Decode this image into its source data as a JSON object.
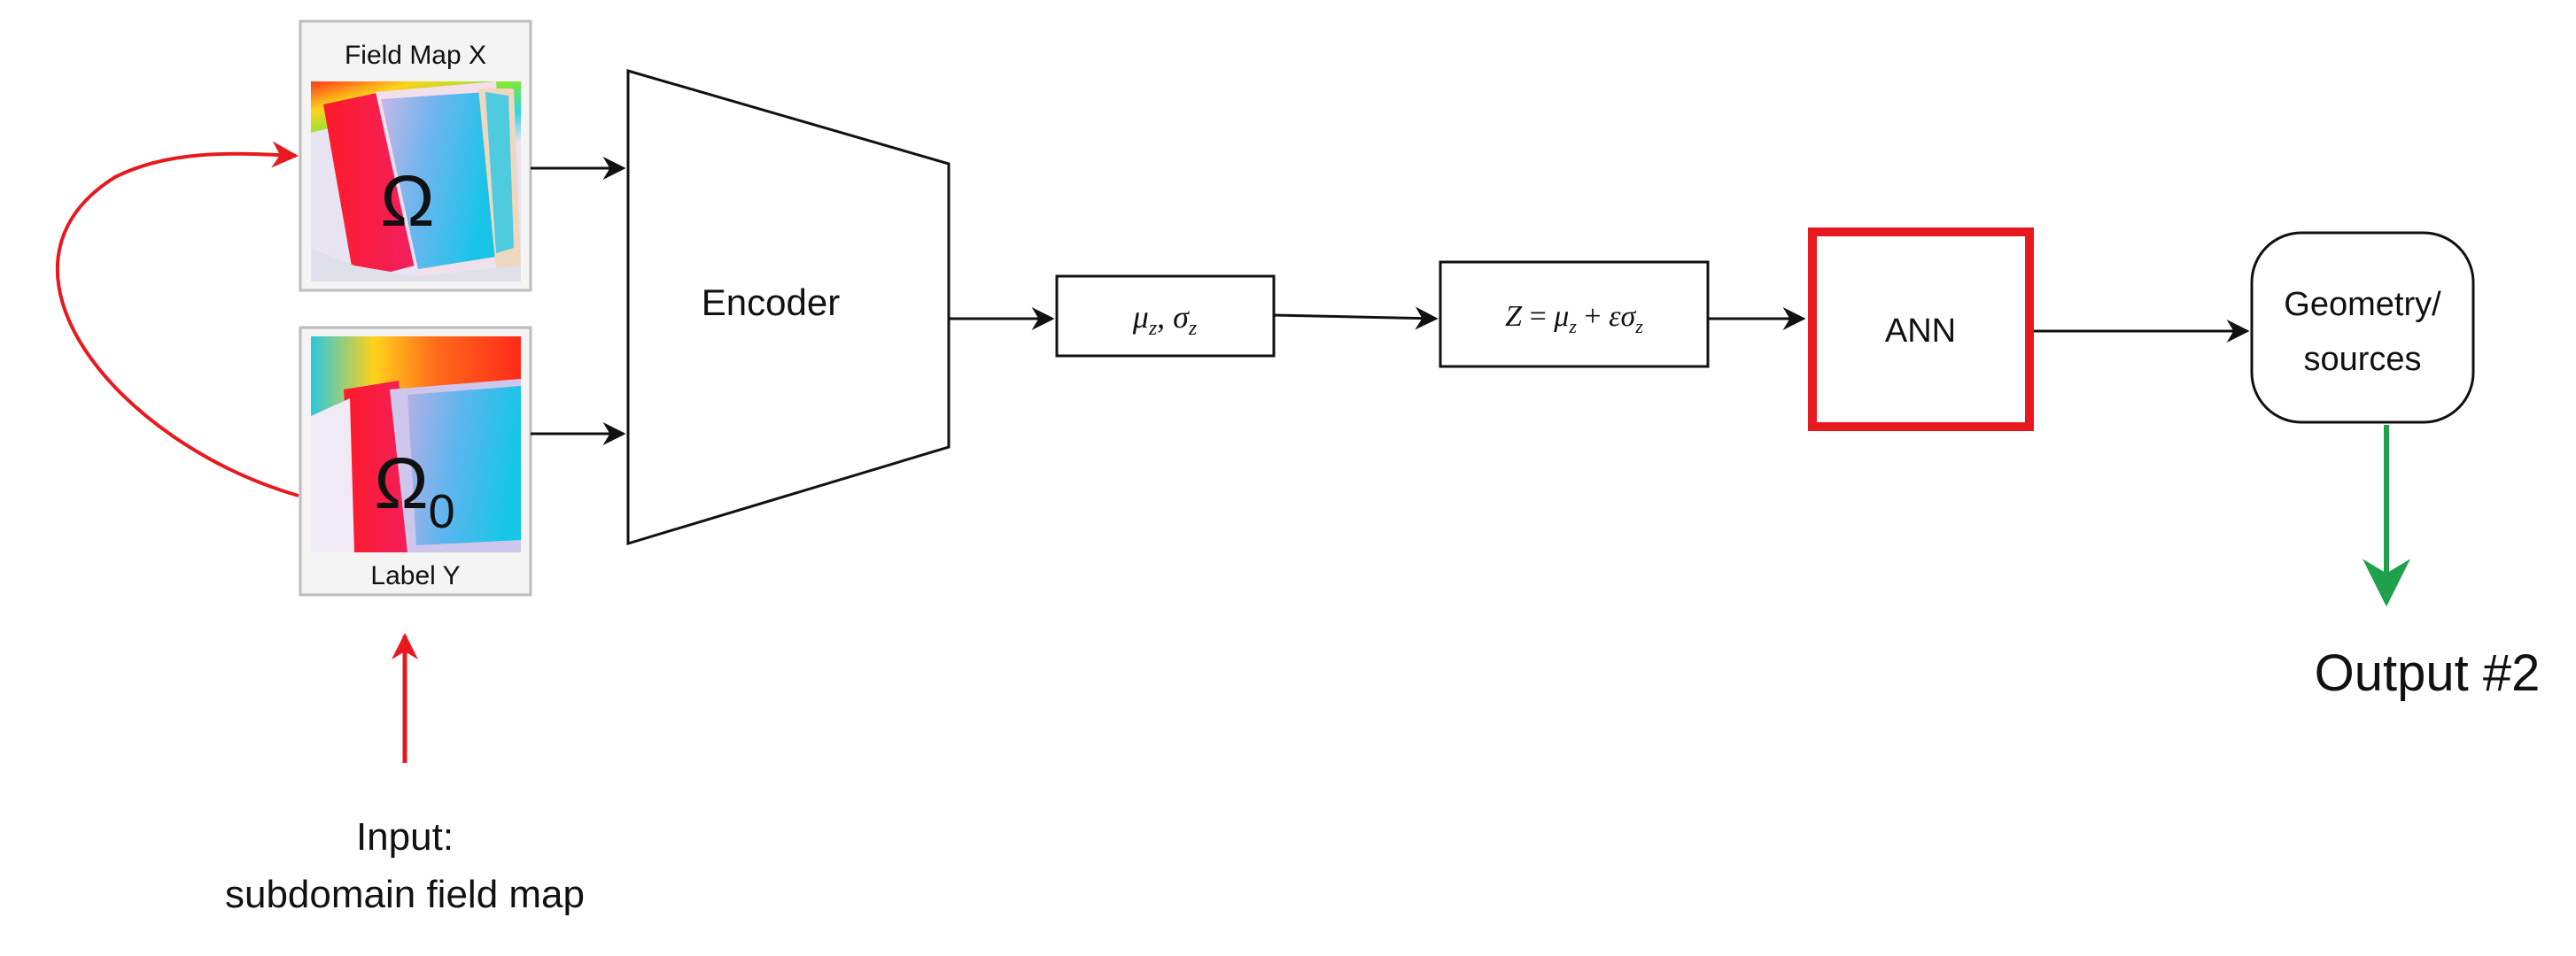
{
  "field_map_panel": {
    "title": "Field Map X",
    "symbol": "Ω"
  },
  "label_panel": {
    "title": "Label Y",
    "symbol": "Ω",
    "symbol_subscript": "0"
  },
  "encoder": {
    "label": "Encoder"
  },
  "latent_params": {
    "mu": "μ",
    "sigma": "σ",
    "sub": "z",
    "sep": ", "
  },
  "sampling": {
    "lhs": "Z",
    "eq": " = ",
    "mu": "μ",
    "plus": " + ",
    "eps_sigma": "εσ",
    "sub": "z"
  },
  "ann": {
    "label": "ANN",
    "border_color": "#e8191e"
  },
  "output_node": {
    "line1": "Geometry/",
    "line2": "sources"
  },
  "output_caption": "Output #2",
  "input_caption": {
    "line1": "Input:",
    "line2": "subdomain field map"
  },
  "colors": {
    "feedback_arrow": "#e8191e",
    "output_arrow": "#1fa04b",
    "flow_arrow": "#111111"
  },
  "icons": {
    "field_map_image": "heatmap-field-map",
    "label_image": "heatmap-label"
  }
}
